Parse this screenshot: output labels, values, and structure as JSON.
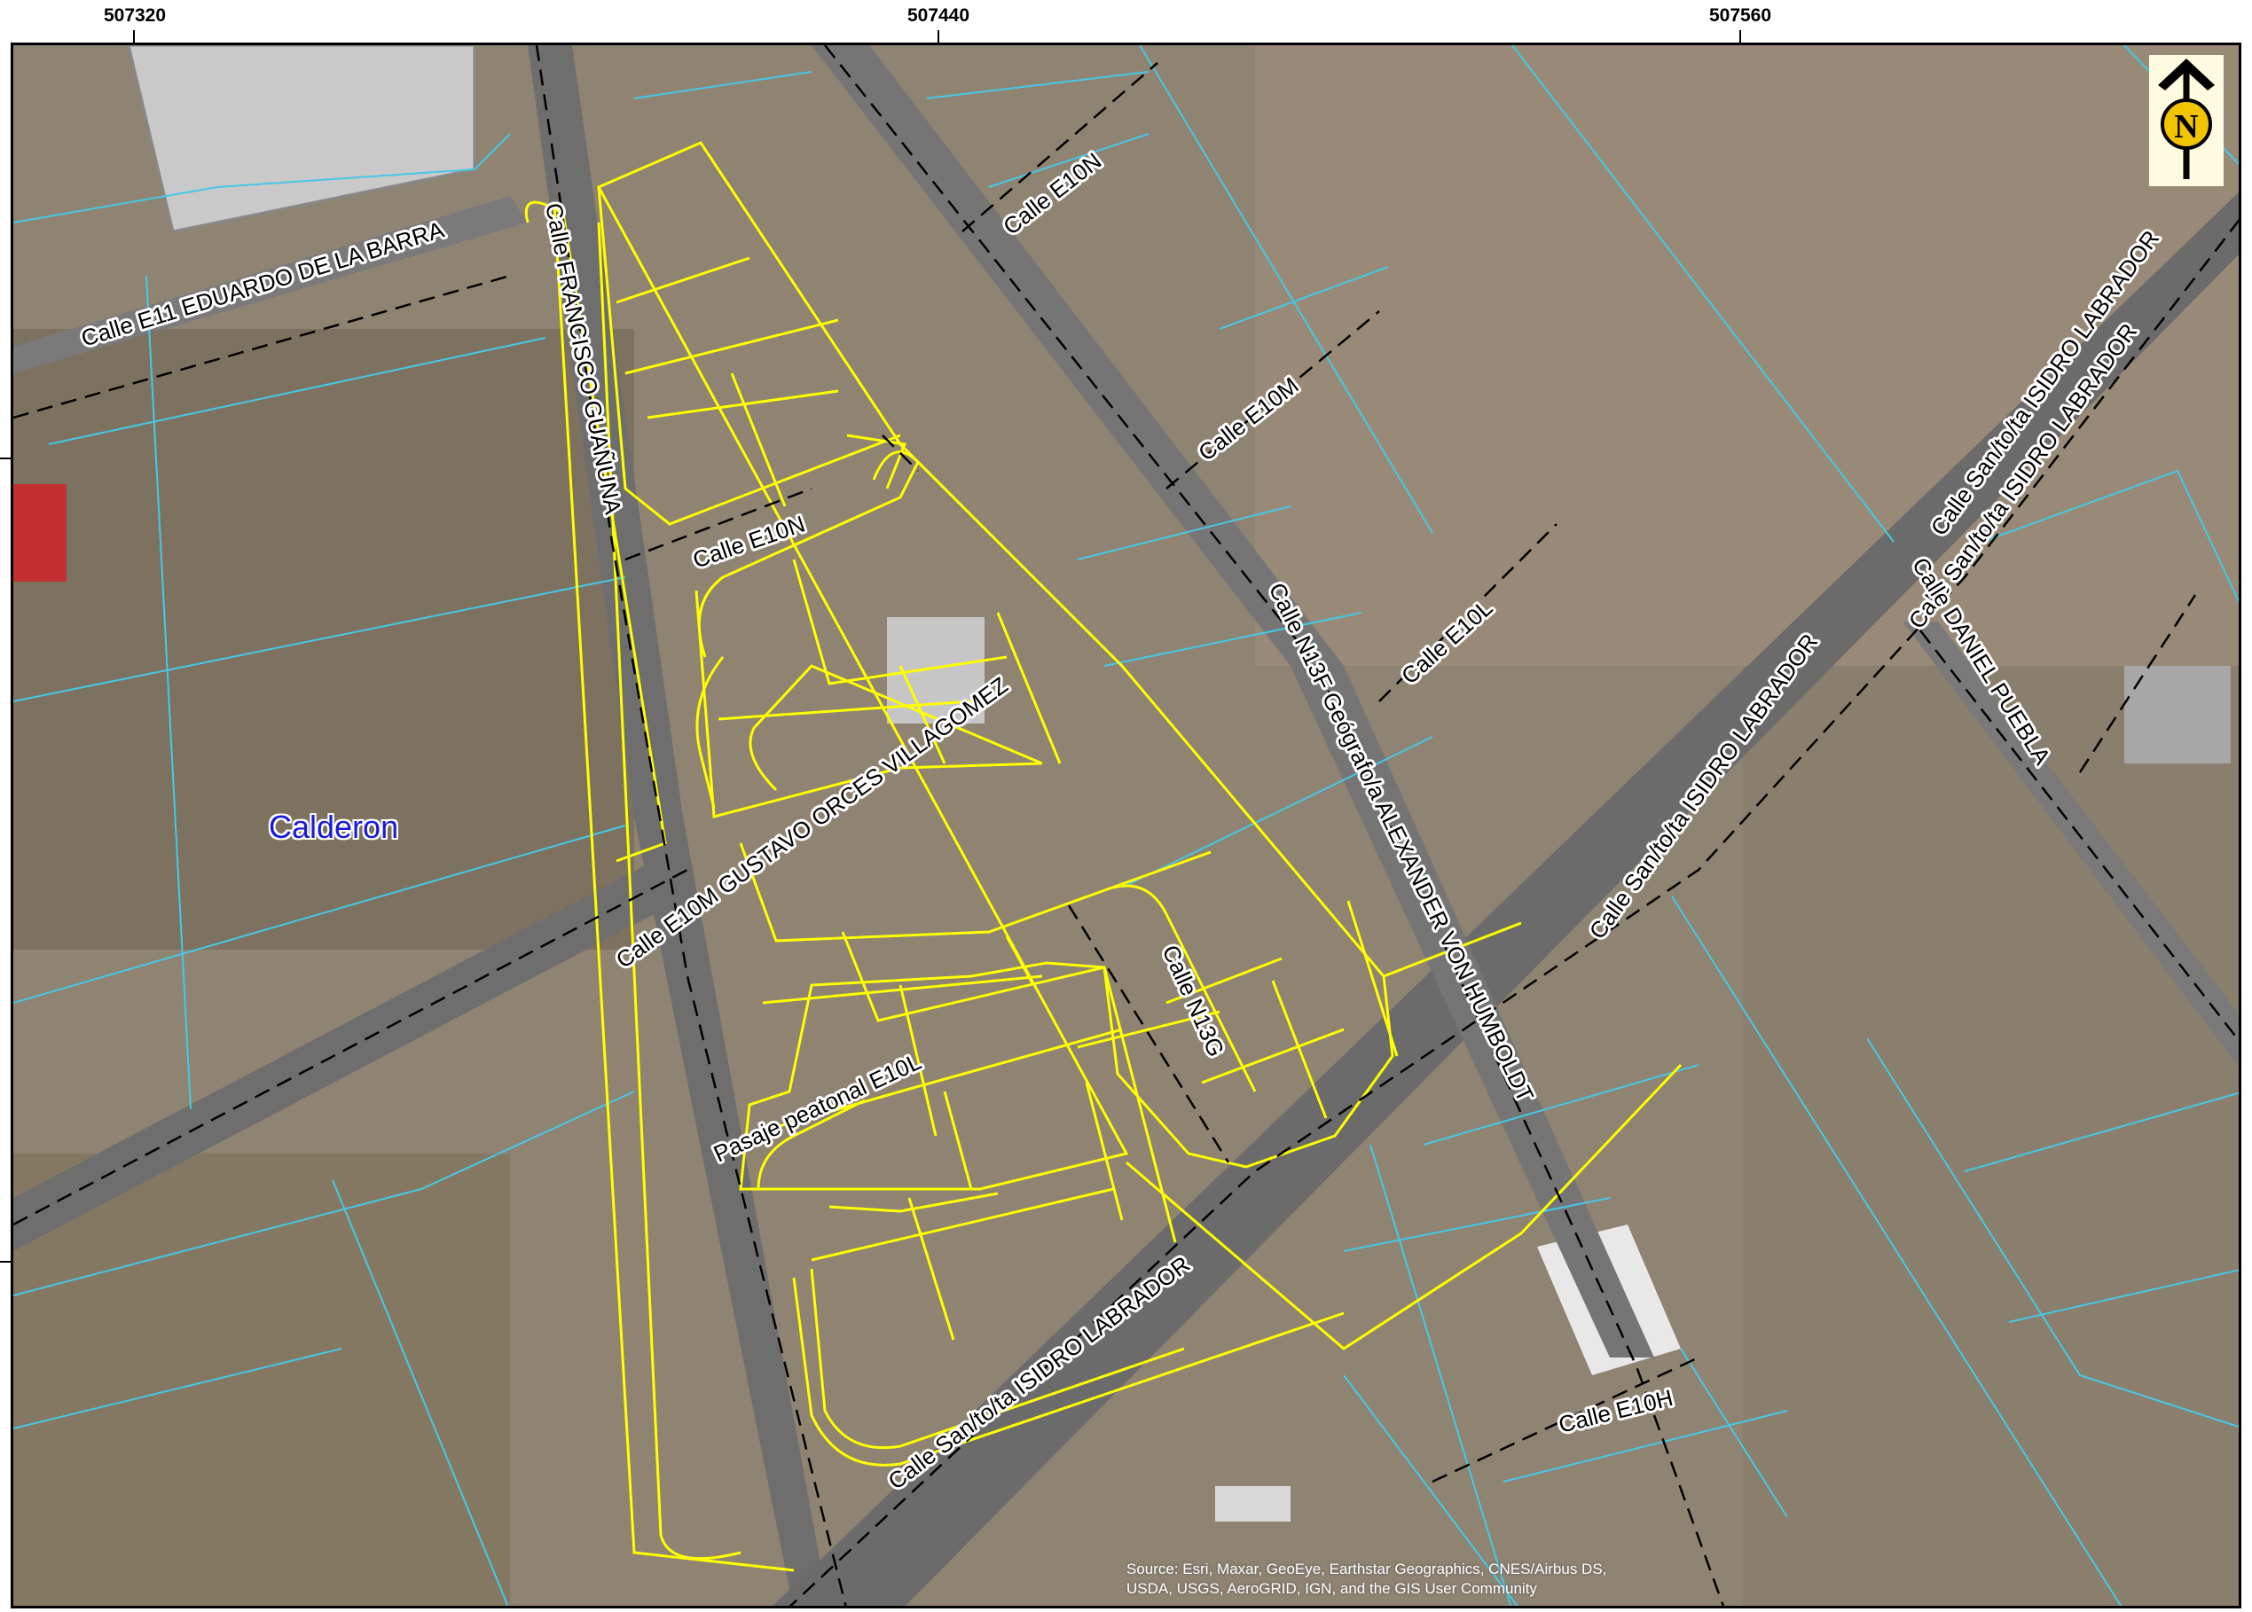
{
  "map": {
    "coordinates_top": [
      "507320",
      "507440",
      "507560"
    ],
    "place_name": "Calderon",
    "attribution_line1": "Source: Esri, Maxar, GeoEye, Earthstar Geographics, CNES/Airbus DS,",
    "attribution_line2": "USDA, USGS, AeroGRID, IGN, and the GIS User Community",
    "north_letter": "N",
    "colors": {
      "ground": "#8f8372",
      "field": "#7a6d5a",
      "road": "#6e6e6e",
      "parcel_lines": "#46c8e6",
      "project_lines": "#ffff00",
      "street_centerline": "#000000",
      "place_label": "#1b1bd6"
    }
  },
  "streets": {
    "e11": "Calle E11 EDUARDO DE LA BARRA",
    "francisco": "Calle  FRANCISCO GUAÑUNA",
    "e10n_top": "Calle E10N",
    "e10n_mid": "Calle E10N",
    "e10m": "Calle E10M",
    "gustavo": "Calle E10M  GUSTAVO ORCES VILLAGOMEZ",
    "n13f": "Calle N13F Geógrafo/a ALEXANDER VON HUMBOLDT",
    "e10l": "Calle E10L",
    "isidro_ne_1": "Calle  San/to/ta ISIDRO LABRADOR",
    "isidro_ne_2": "Calle  San/to/ta ISIDRO LABRADOR",
    "isidro_ne_3": "Calle  San/to/ta ISIDRO LABRADOR",
    "isidro_sw": "Calle  San/to/ta ISIDRO LABRADOR",
    "daniel": "Calle  DANIEL PUEBLA",
    "n13g": "Calle N13G",
    "pasaje": "Pasaje peatonal E10L",
    "e10h": "Calle E10H"
  }
}
